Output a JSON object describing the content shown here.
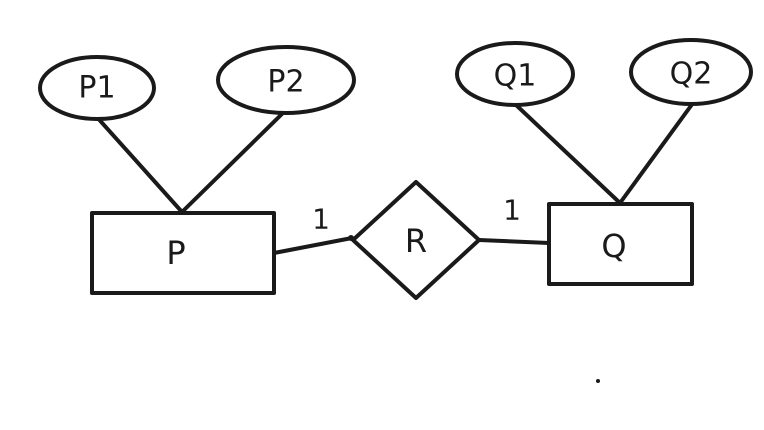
{
  "diagram": {
    "entities": [
      {
        "id": "P",
        "label": "P"
      },
      {
        "id": "Q",
        "label": "Q"
      }
    ],
    "relationship": {
      "id": "R",
      "label": "R"
    },
    "attributes": [
      {
        "id": "P1",
        "label": "P1",
        "owner": "P"
      },
      {
        "id": "P2",
        "label": "P2",
        "owner": "P"
      },
      {
        "id": "Q1",
        "label": "Q1",
        "owner": "Q"
      },
      {
        "id": "Q2",
        "label": "Q2",
        "owner": "Q"
      }
    ],
    "cardinalities": [
      {
        "id": "card-p",
        "label": "1",
        "between": [
          "P",
          "R"
        ]
      },
      {
        "id": "card-q",
        "label": "1",
        "between": [
          "R",
          "Q"
        ]
      }
    ]
  }
}
